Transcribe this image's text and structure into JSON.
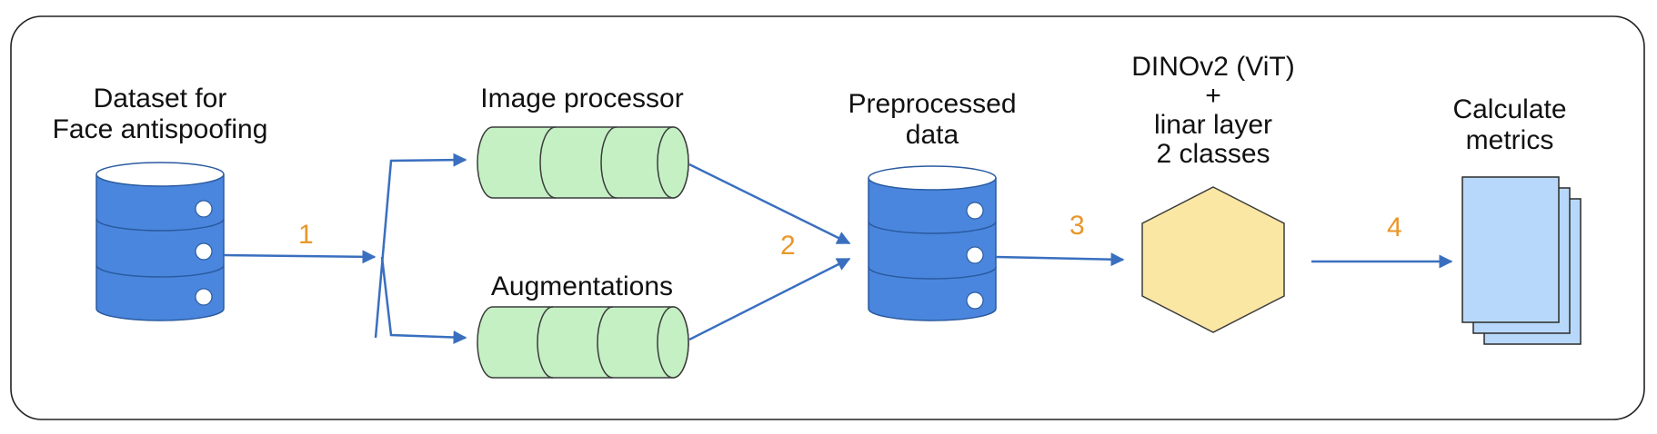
{
  "colors": {
    "frame": "#222222",
    "arrow": "#3a6fbf",
    "database_fill": "#4a86dd",
    "database_stroke": "#2a5aa0",
    "cylinder_fill": "#c4f0c4",
    "cylinder_stroke": "#3c3c3c",
    "hexagon_fill": "#fbe7a4",
    "documents_fill": "#b8d8fb",
    "step_number": "#e8972a",
    "text": "#111111"
  },
  "icons": {
    "dataset": "database-icon",
    "image_processor": "horizontal-cylinder-icon",
    "augmentations": "horizontal-cylinder-icon",
    "preprocessed_data": "database-icon",
    "model": "hexagon-icon",
    "metrics": "documents-stack-icon"
  },
  "nodes": {
    "dataset": {
      "line1": "Dataset for",
      "line2": "Face antispoofing"
    },
    "image_processor": {
      "label": "Image processor"
    },
    "augmentations": {
      "label": "Augmentations"
    },
    "preprocessed_data": {
      "line1": "Preprocessed",
      "line2": "data"
    },
    "model": {
      "line1": "DINOv2 (ViT)",
      "line2": "+",
      "line3": "linar layer",
      "line4": "2 classes"
    },
    "metrics": {
      "line1": "Calculate",
      "line2": "metrics"
    }
  },
  "steps": [
    "1",
    "2",
    "3",
    "4"
  ]
}
